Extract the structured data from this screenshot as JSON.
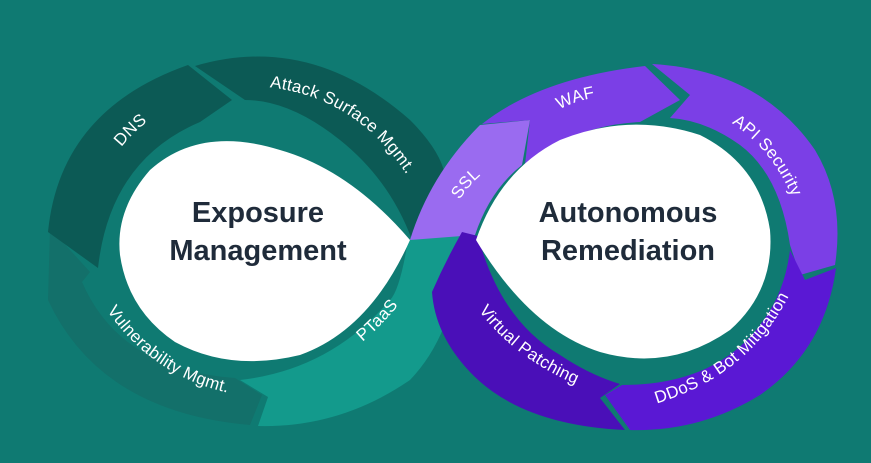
{
  "colors": {
    "background": "#0f7a72",
    "exposure_dark": "#0c5a55",
    "exposure_mid": "#13706a",
    "exposure_light": "#139a8c",
    "remediation_light": "#9a6bf0",
    "remediation_mid": "#7b3fe6",
    "remediation_dark": "#5a18d4",
    "remediation_deep": "#4a0fb8",
    "center_fill": "#ffffff",
    "center_text": "#1f2b3a"
  },
  "left_loop": {
    "title_line1": "Exposure",
    "title_line2": "Management",
    "segments": {
      "dns": "DNS",
      "attack_surface": "Attack Surface Mgmt.",
      "vulnerability": "Vulnerability Mgmt.",
      "ptaas": "PTaaS"
    }
  },
  "right_loop": {
    "title_line1": "Autonomous",
    "title_line2": "Remediation",
    "segments": {
      "ssl": "SSL",
      "waf": "WAF",
      "api_security": "API Security",
      "ddos": "DDoS & Bot Mitigation",
      "virtual_patching": "Virtual Patching"
    }
  }
}
